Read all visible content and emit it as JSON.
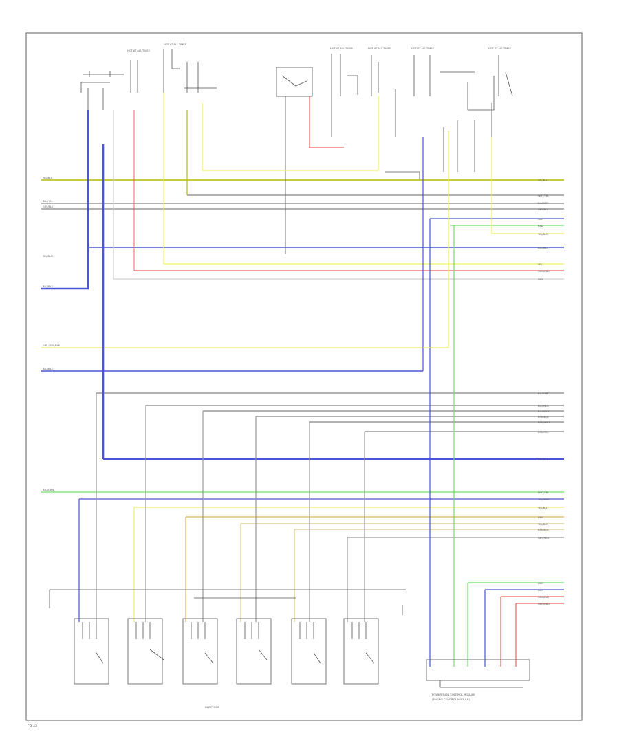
{
  "diagram": {
    "watermark": "FO-43",
    "bottom_label": "INJECTORS",
    "module_label_line1": "POWERTRAIN CONTROL MODULE",
    "module_label_line2": "(ENGINE CONTROL MODULE)",
    "fuse_box_label": "HOT AT ALL TIMES",
    "left_labels": [
      "YEL/BLK",
      "BLU/YEL",
      "GRY/BLK",
      "YEL/BLU",
      "BLU/BLK",
      "GRY / YEL/BLK",
      "BLU/BLK",
      "BLU/GRN"
    ],
    "right_labels": [
      "YEL/BLK",
      "WHT/YEL",
      "BLU/GRY",
      "GRY/BLK",
      "GRN",
      "RED",
      "YEL/BLU",
      "BLU/BLK",
      "YEL",
      "GRN/RED",
      "GRY",
      "BLU/GRY",
      "BLU/RED",
      "BLU/WHT",
      "BRN/BLK",
      "BRN/WHT",
      "BRN/YEL",
      "BLU/BLK",
      "WHT/YEL",
      "YEL/GRN",
      "YEL/BLK",
      "GRN",
      "YEL/BLU",
      "BRN/BLK",
      "GRY/RED",
      "GRN",
      "BLU",
      "GRN/BLK",
      "GRN/RED"
    ],
    "colors": {
      "yellow_green": "#c6cc3d",
      "gray": "#9a9a9a",
      "blue": "#4a55d8",
      "yellow": "#f0ee60",
      "red": "#f06060",
      "green": "#6ee06a",
      "tan": "#d8c88a",
      "orange": "#e8b45a",
      "black": "#555555"
    }
  }
}
